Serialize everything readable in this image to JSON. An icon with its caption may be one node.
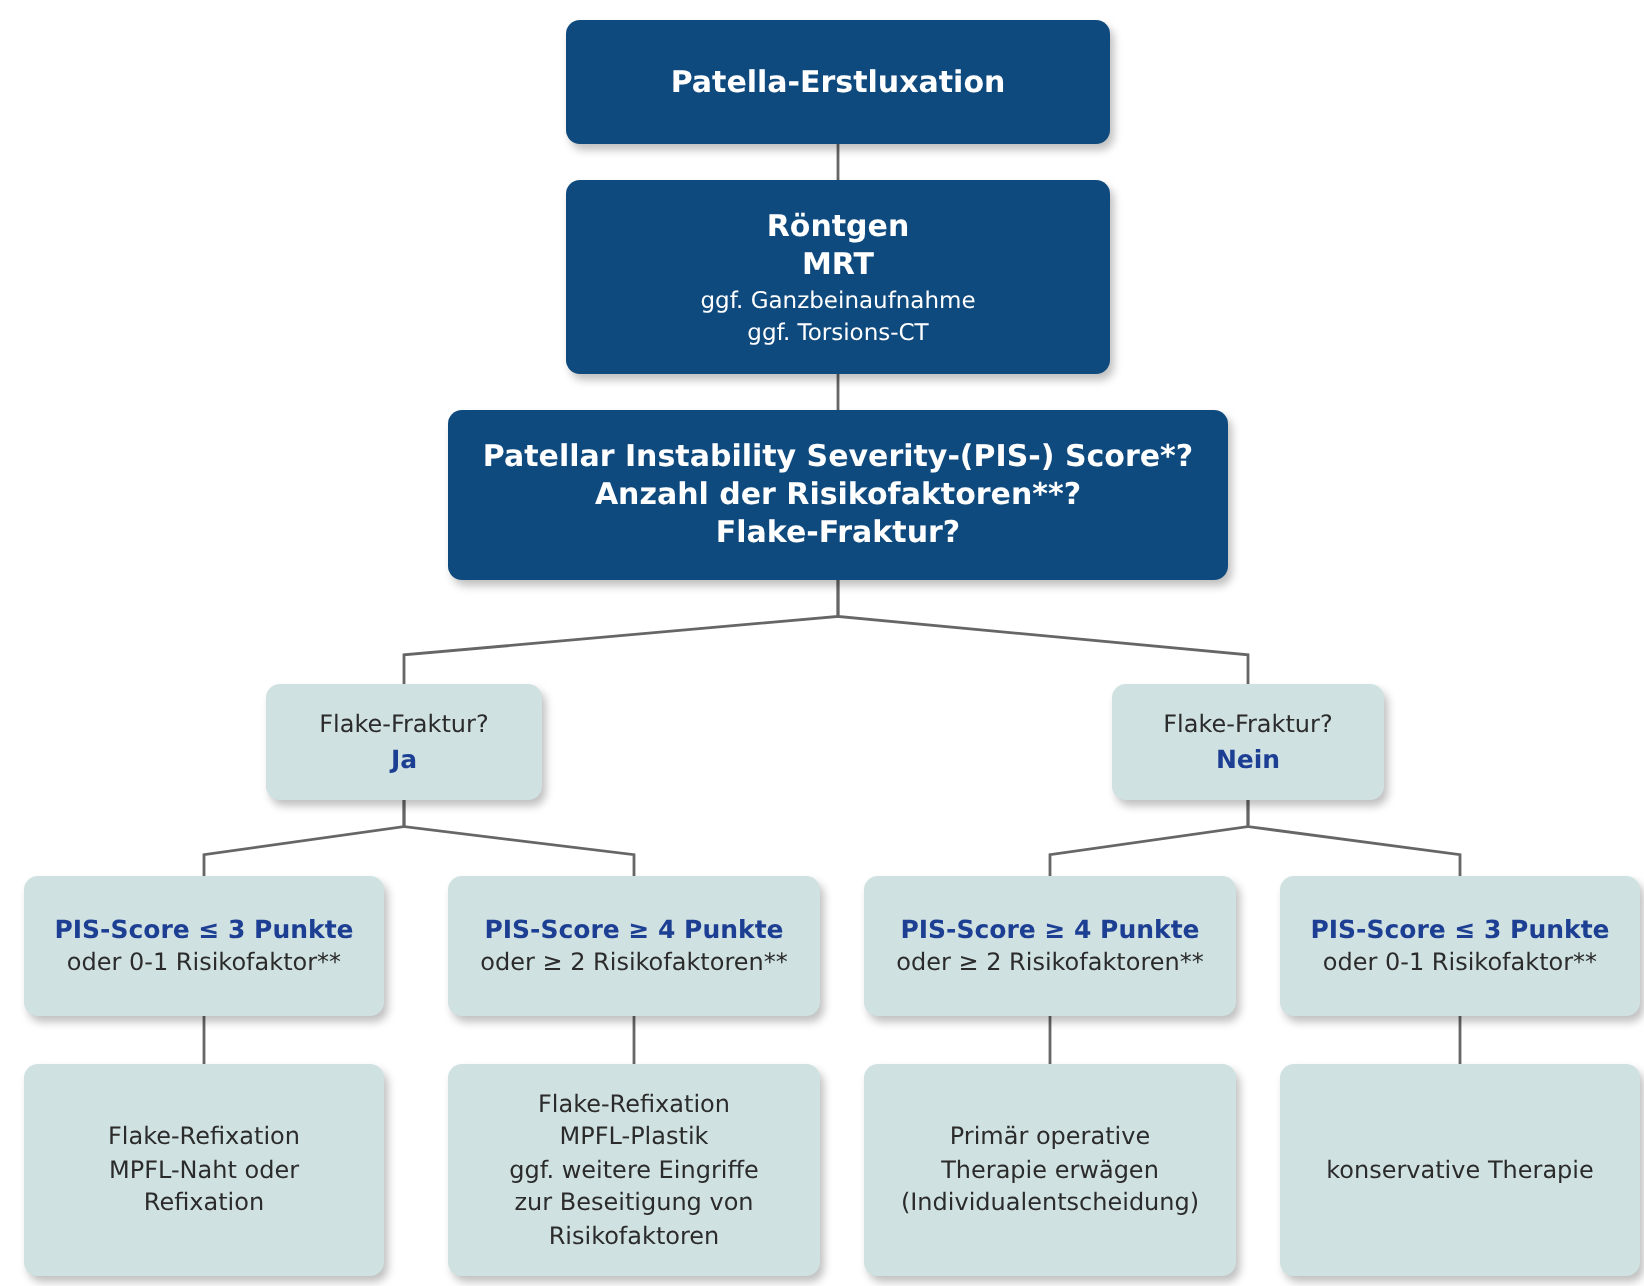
{
  "diagram": {
    "nodes": [
      {
        "text": [
          "Patella-Erstluxation"
        ]
      },
      {
        "text": [
          "Röntgen",
          "MRT",
          "ggf. Ganzbeinaufnahme",
          "ggf. Torsions-CT"
        ]
      },
      {
        "text": [
          "Patellar Instability Severity-(PIS-) Score*?",
          "Anzahl der Risikofaktoren**?",
          "Flake-Fraktur?"
        ]
      },
      {
        "text": [
          "Flake-Fraktur?",
          "Ja"
        ]
      },
      {
        "text": [
          "Flake-Fraktur?",
          "Nein"
        ]
      },
      {
        "text": [
          "PIS-Score ≤ 3 Punkte",
          "oder 0-1 Risikofaktor**"
        ]
      },
      {
        "text": [
          "PIS-Score ≥ 4 Punkte",
          "oder ≥ 2 Risikofaktoren**"
        ]
      },
      {
        "text": [
          "PIS-Score ≥ 4 Punkte",
          "oder ≥ 2 Risikofaktoren**"
        ]
      },
      {
        "text": [
          "PIS-Score ≤ 3 Punkte",
          "oder 0-1 Risikofaktor**"
        ]
      },
      {
        "text": [
          "Flake-Refixation",
          "MPFL-Naht oder Refixation"
        ]
      },
      {
        "text": [
          "Flake-Refixation",
          "MPFL-Plastik",
          "ggf. weitere Eingriffe zur Beseitigung von Risikofaktoren"
        ]
      },
      {
        "text": [
          "Primär operative Therapie erwägen (Individualentscheidung)"
        ]
      },
      {
        "text": [
          "konservative Therapie"
        ]
      }
    ],
    "edges": [
      {
        "from": 0,
        "to": 1,
        "arrow": "none"
      },
      {
        "from": 1,
        "to": 2,
        "arrow": "none"
      },
      {
        "from": 2,
        "to": 3,
        "arrow": "none"
      },
      {
        "from": 2,
        "to": 4,
        "arrow": "none"
      },
      {
        "from": 3,
        "to": 5,
        "arrow": "none"
      },
      {
        "from": 3,
        "to": 6,
        "arrow": "none"
      },
      {
        "from": 4,
        "to": 7,
        "arrow": "none"
      },
      {
        "from": 4,
        "to": 8,
        "arrow": "none"
      },
      {
        "from": 5,
        "to": 9,
        "arrow": "none"
      },
      {
        "from": 6,
        "to": 10,
        "arrow": "none"
      },
      {
        "from": 7,
        "to": 11,
        "arrow": "none"
      },
      {
        "from": 8,
        "to": 12,
        "arrow": "none"
      }
    ]
  }
}
